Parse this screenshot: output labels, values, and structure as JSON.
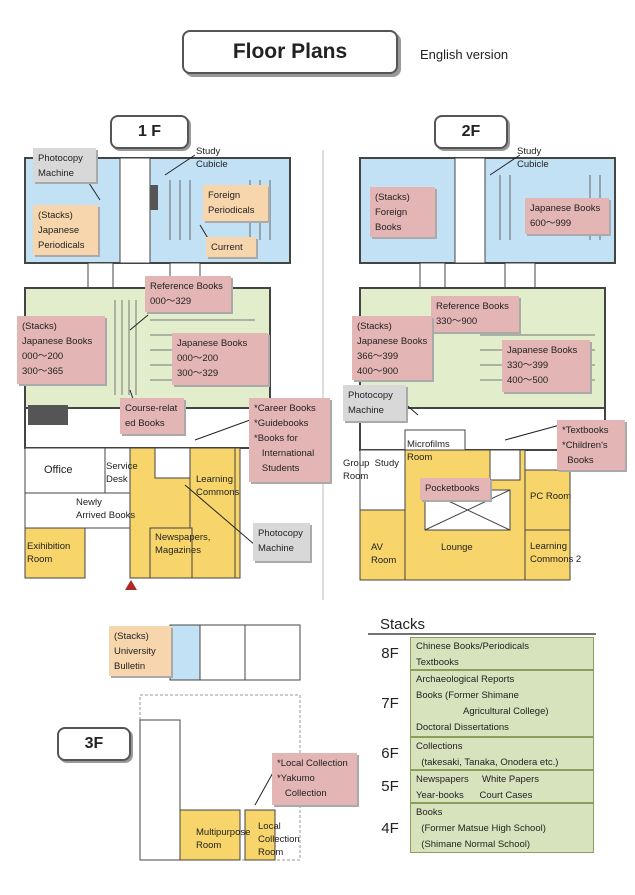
{
  "header": {
    "title": "Floor Plans",
    "subtitle": "English version"
  },
  "floors": {
    "f1": "1 F",
    "f2": "2F",
    "f3": "3F"
  },
  "f1": {
    "photocopy_top": "Photocopy\nMachine",
    "study_cubicle": "Study\nCubicle",
    "stacks_jp_periodicals": "(Stacks)\nJapanese\nPeriodicals",
    "foreign_periodicals": "Foreign\nPeriodicals",
    "current": "Current",
    "reference_books": "Reference Books\n000～329",
    "stacks_jp_books": "(Stacks)\nJapanese Books\n000～200\n300～365",
    "jp_books": "Japanese Books\n000～200\n300～329",
    "course_related": "Course-relat\ned Books",
    "career_books": "*Career Books\n*Guidebooks\n*Books for\n   International\n   Students",
    "office": "Office",
    "service_desk": "Service\nDesk",
    "learning_commons": "Learning\nCommons",
    "newly_arrived": "Newly\nArrived Books",
    "exhibition_room": "Exihibition\nRoom",
    "newspapers": "Newspapers,\nMagazines",
    "photocopy_bottom": "Photocopy\nMachine"
  },
  "f2": {
    "study_cubicle": "Study\nCubicle",
    "stacks_foreign": "(Stacks)\nForeign\nBooks",
    "jp_books_600": "Japanese Books\n600～999",
    "reference_books": "Reference Books\n330～900",
    "stacks_jp_books": "(Stacks)\nJapanese Books\n366～399\n400～900",
    "jp_books_330": "Japanese Books\n330～399\n400～500",
    "photocopy": "Photocopy\nMachine",
    "microfilms": "Microfilms\nRoom",
    "textbooks": "*Textbooks\n*Children's\n  Books",
    "group_study": "Group  Study\nRoom",
    "pocketbooks": "Pocketbooks",
    "pc_room": "PC Room",
    "av_room": "AV\nRoom",
    "lounge": "Lounge",
    "learning_commons2": "Learning\nCommons 2"
  },
  "f3": {
    "university_bulletin": "(Stacks)\nUniversity\nBulletin",
    "local_collection": "*Local Collection\n*Yakumo\n   Collection",
    "multipurpose": "Multipurpose\nRoom",
    "local_collection_room": "Local\nCollection\nRoom"
  },
  "stacks": {
    "title": "Stacks",
    "rows": [
      {
        "floor": "8F",
        "lines": [
          "Chinese Books/Periodicals",
          "Textbooks"
        ]
      },
      {
        "floor": "7F",
        "lines": [
          "Archaeological Reports",
          "Books (Former Shimane",
          "                  Agricultural College)",
          "Doctoral Dissertations"
        ]
      },
      {
        "floor": "6F",
        "lines": [
          "Collections",
          "  (takesaki, Tanaka, Onodera etc.)"
        ]
      },
      {
        "floor": "5F",
        "lines": [
          "Newspapers     White Papers",
          "Year-books      Court Cases"
        ]
      },
      {
        "floor": "4F",
        "lines": [
          "Books",
          "  (Former Matsue High School)",
          "  (Shimane Normal School)"
        ]
      }
    ]
  },
  "colors": {
    "blue": "#c3e1f5",
    "green": "#e2edcc",
    "yellow": "#f8d56a",
    "pink": "#e4b5b5",
    "peach": "#f8d6ad"
  }
}
